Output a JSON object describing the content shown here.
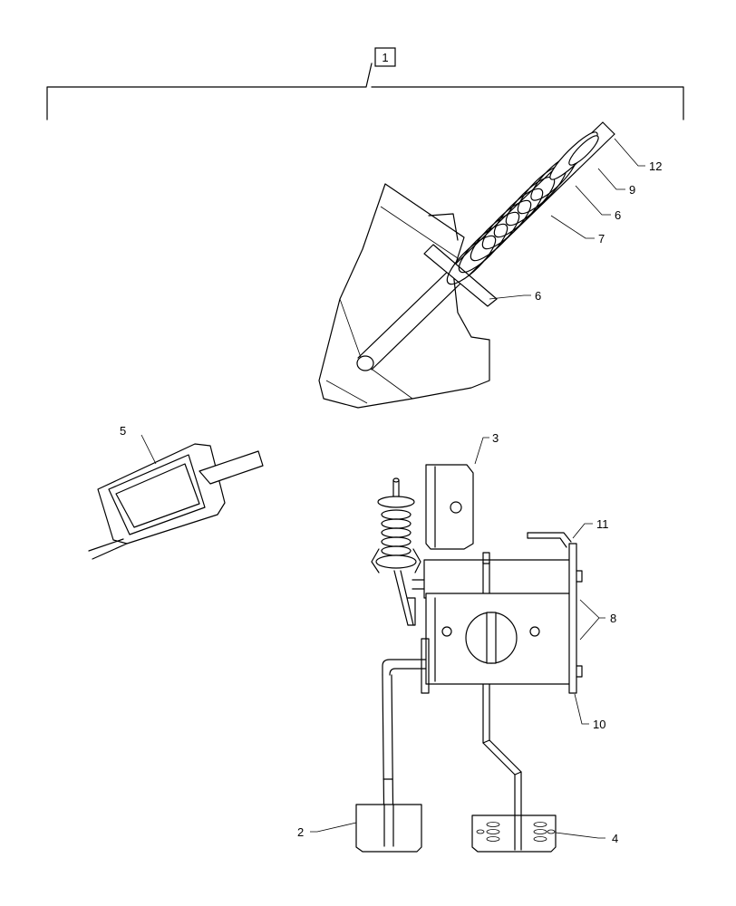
{
  "diagram": {
    "assembly_label": "1",
    "callouts": {
      "c2": "2",
      "c3": "3",
      "c4": "4",
      "c5": "5",
      "c6a": "6",
      "c6b": "6",
      "c7": "7",
      "c8": "8",
      "c9": "9",
      "c10": "10",
      "c11": "11",
      "c12": "12"
    }
  }
}
